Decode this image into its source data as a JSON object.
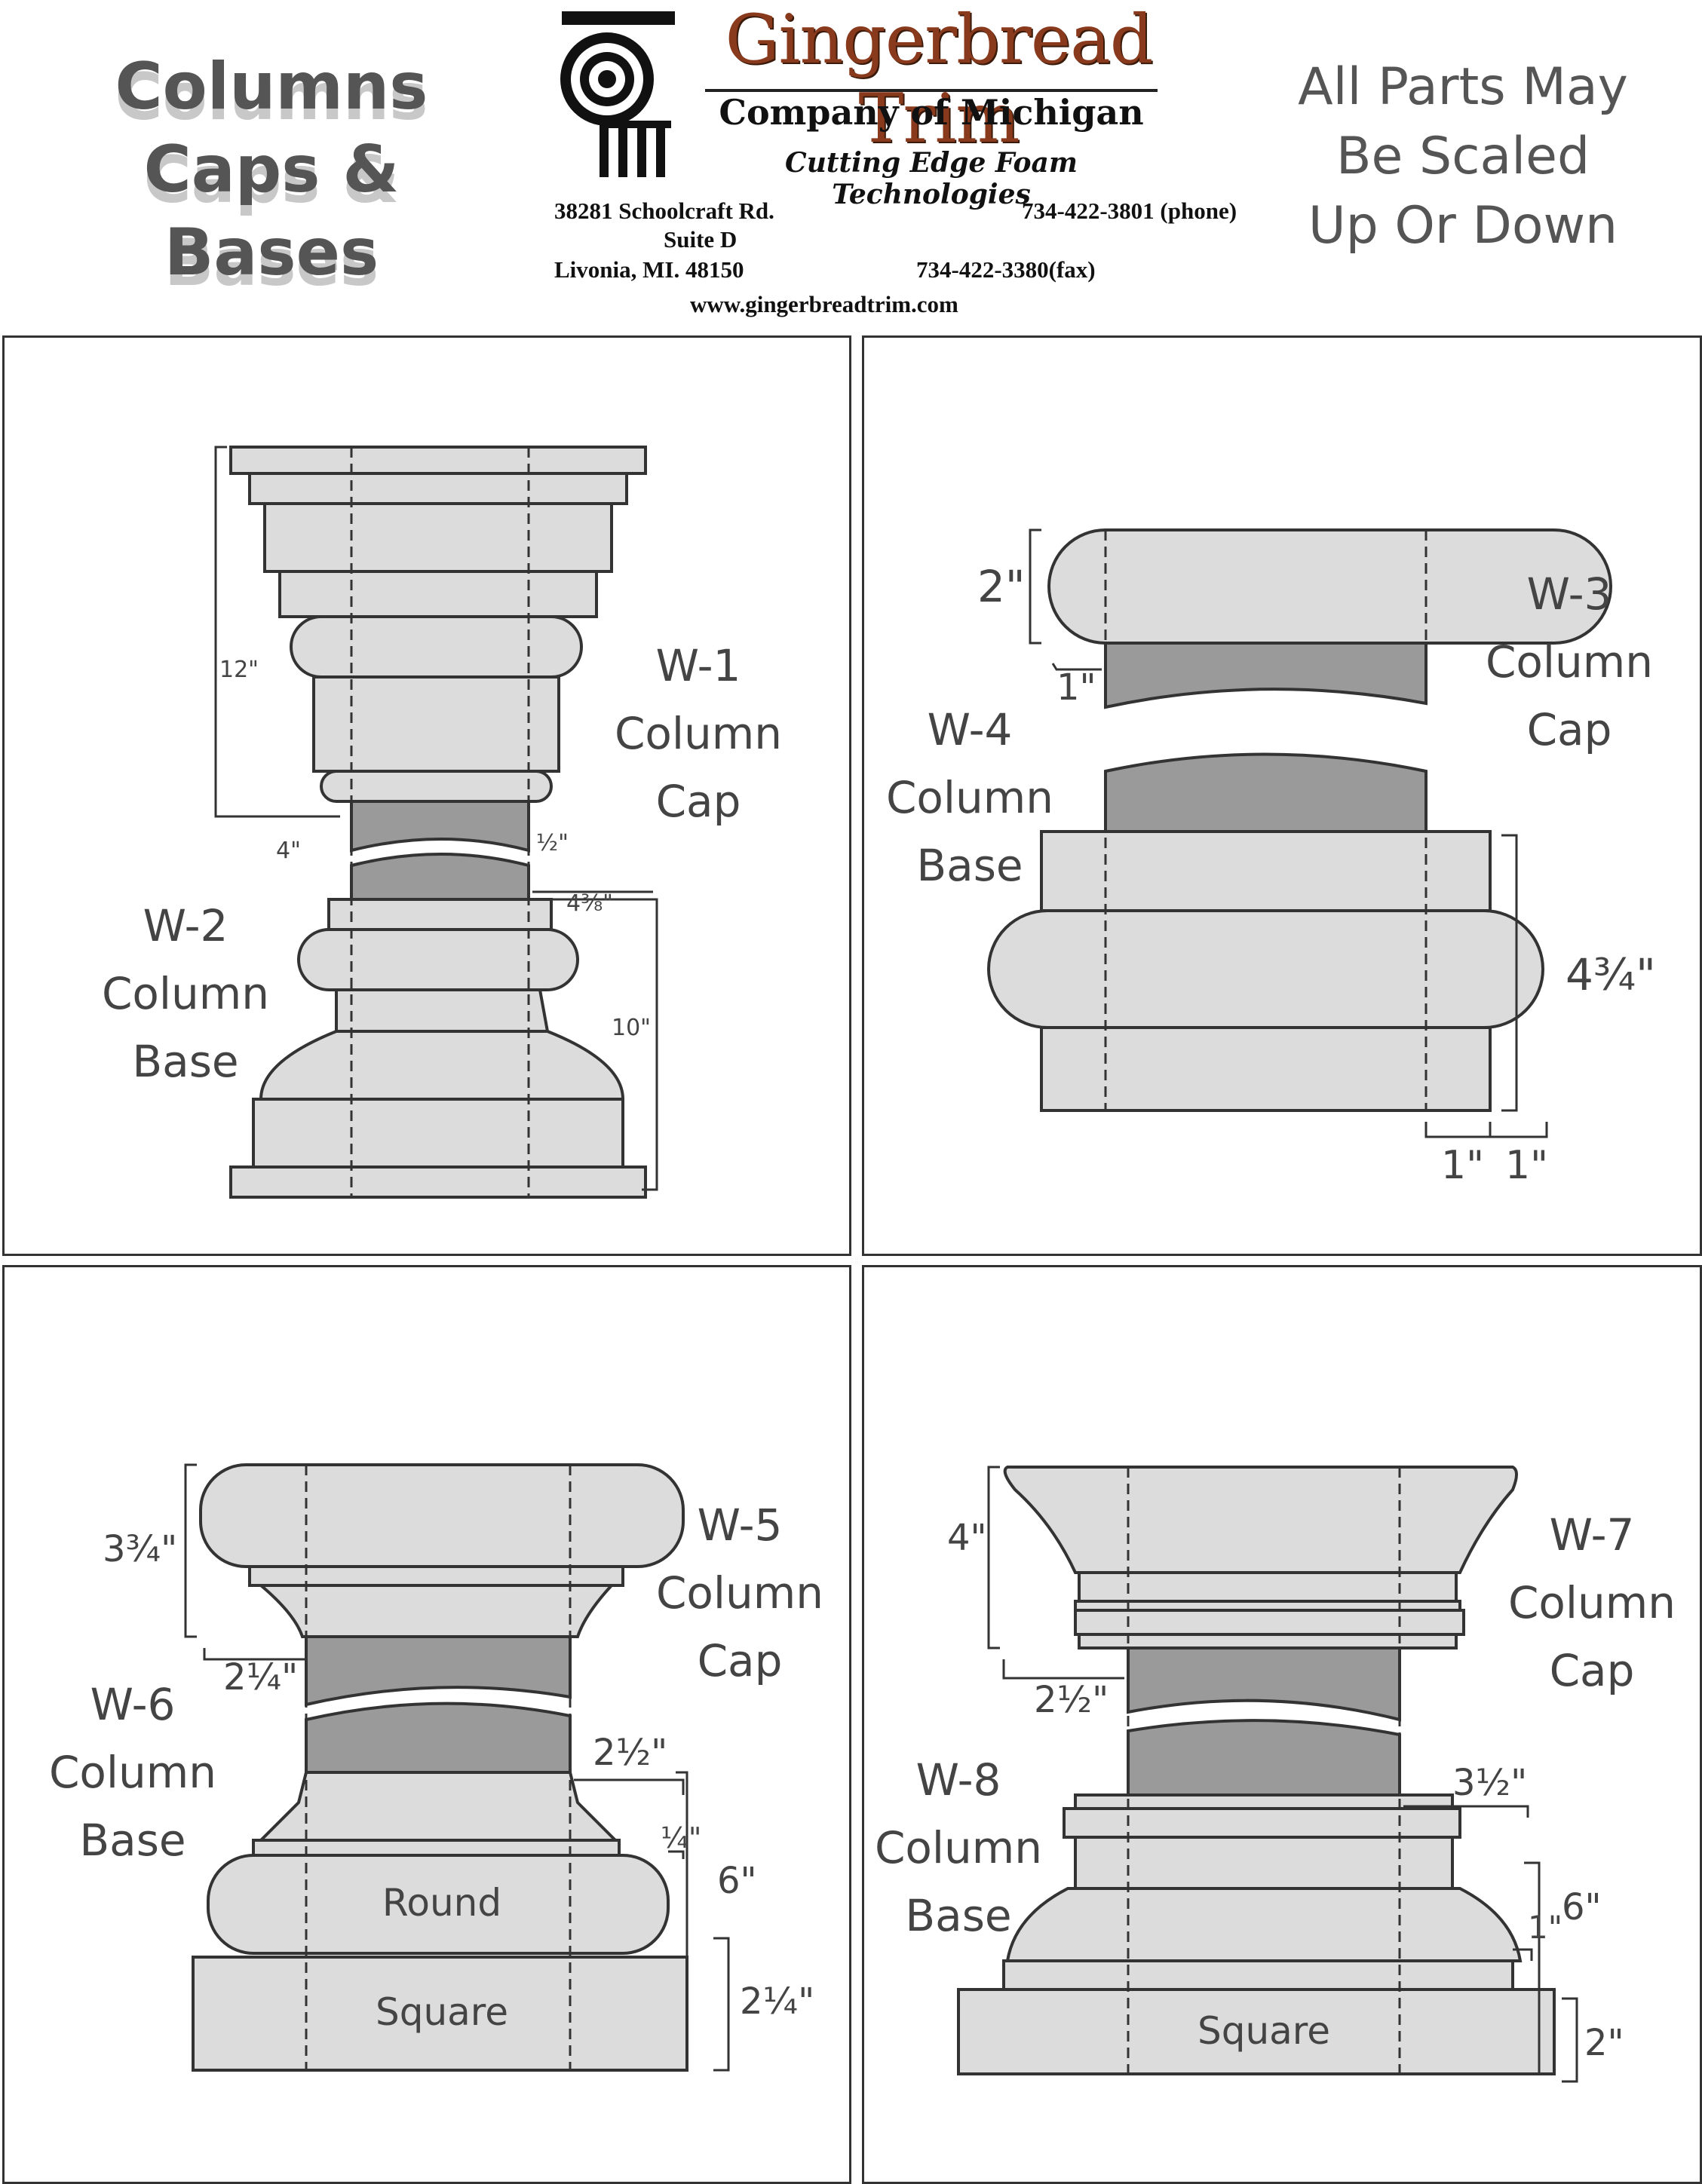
{
  "header": {
    "title_line1": "Columns",
    "title_line2": "Caps & Bases",
    "note_line1": "All Parts May",
    "note_line2": "Be Scaled",
    "note_line3": "Up Or Down"
  },
  "company": {
    "name": "Gingerbread Trim",
    "subtitle": "Company of Michigan",
    "tagline": "Cutting Edge Foam Technologies",
    "address1": "38281 Schoolcraft Rd.",
    "address2": "Suite D",
    "address3": "Livonia, MI. 48150",
    "phone": "734-422-3801 (phone)",
    "fax": "734-422-3380(fax)",
    "website": "www.gingerbreadtrim.com"
  },
  "panels": [
    {
      "labels": [
        {
          "lines": [
            "W-1",
            "Column",
            "Cap"
          ]
        },
        {
          "lines": [
            "W-2",
            "Column",
            "Base"
          ]
        }
      ],
      "dims": [
        "12\"",
        "4\"",
        "½\"",
        "4⅜\"",
        "10\""
      ]
    },
    {
      "labels": [
        {
          "lines": [
            "W-3",
            "Column",
            "Cap"
          ]
        },
        {
          "lines": [
            "W-4",
            "Column",
            "Base"
          ]
        }
      ],
      "dims": [
        "2\"",
        "1\"",
        "4¾\"",
        "1\"",
        "1\""
      ]
    },
    {
      "labels": [
        {
          "lines": [
            "W-5",
            "Column",
            "Cap"
          ]
        },
        {
          "lines": [
            "W-6",
            "Column",
            "Base"
          ]
        }
      ],
      "dims": [
        "3¾\"",
        "2¼\"",
        "2½\"",
        "¼\"",
        "6\"",
        "2¼\""
      ],
      "inner": [
        "Round",
        "Square"
      ]
    },
    {
      "labels": [
        {
          "lines": [
            "W-7",
            "Column",
            "Cap"
          ]
        },
        {
          "lines": [
            "W-8",
            "Column",
            "Base"
          ]
        }
      ],
      "dims": [
        "4\"",
        "2½\"",
        "3½\"",
        "6\"",
        "1\"",
        "2\""
      ],
      "inner": [
        "Square"
      ]
    }
  ],
  "colors": {
    "part_fill": "#dcdcdc",
    "shaft_fill": "#9a9a9a",
    "outline": "#333333",
    "logo_red": "#8a3a1c"
  }
}
